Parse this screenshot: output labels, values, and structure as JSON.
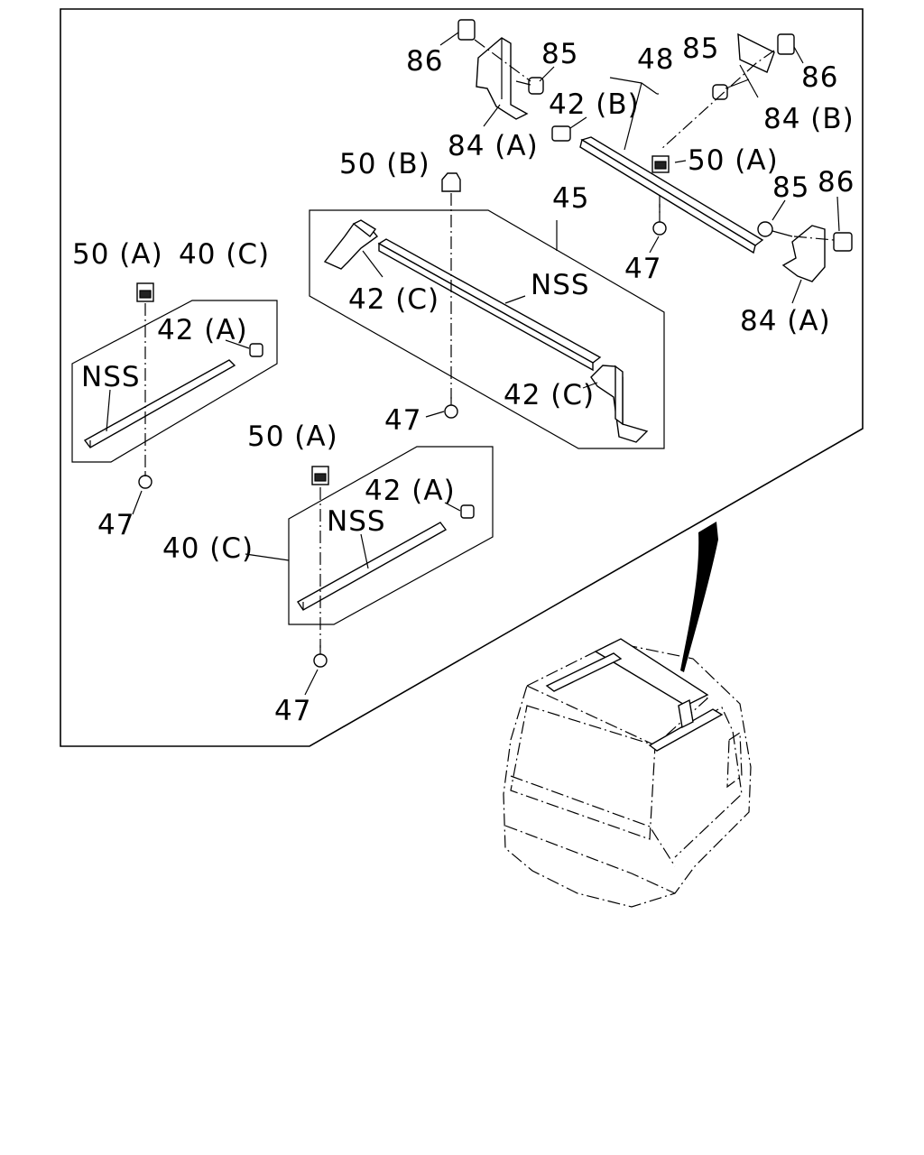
{
  "diagram": {
    "type": "exploded-parts-diagram",
    "callouts": {
      "c86_top_left": "86",
      "c85_top_left": "85",
      "c84a_top": "84 (A)",
      "c48": "48",
      "c42b": "42 (B)",
      "c85_top_right": "85",
      "c86_top_right": "86",
      "c84b": "84 (B)",
      "c50a_right": "50 (A)",
      "c85_mid_right": "85",
      "c86_mid_right": "86",
      "c47_right": "47",
      "c84a_right": "84 (A)",
      "c50b": "50 (B)",
      "c45": "45",
      "c42c_upper": "42 (C)",
      "c nss_center": "NSS",
      "c42c_lower": "42 (C)",
      "c47_center": "47",
      "c50a_left": "50 (A)",
      "c40c_left": "40 (C)",
      "c42a_left": "42 (A)",
      "cnss_left": "NSS",
      "c47_left": "47",
      "c50a_bottom": "50 (A)",
      "c42a_bottom": "42 (A)",
      "cnss_bottom": "NSS",
      "c40c_bottom": "40 (C)",
      "c47_bottom": "47"
    }
  }
}
